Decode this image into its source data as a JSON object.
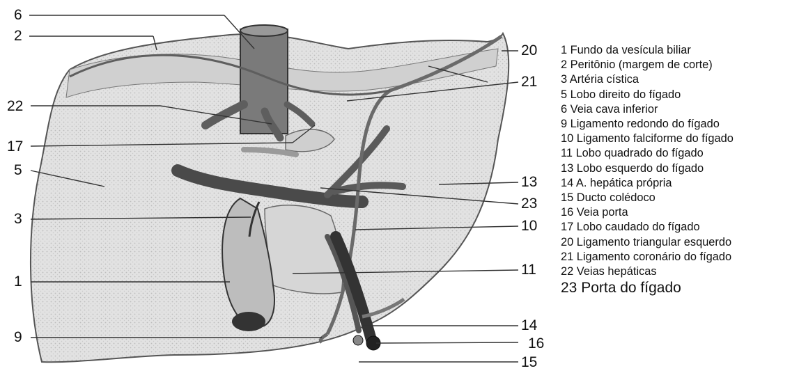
{
  "callout_numbers": [
    "6",
    "2",
    "22",
    "17",
    "5",
    "3",
    "1",
    "9",
    "20",
    "21",
    "13",
    "23",
    "10",
    "11",
    "14",
    "16",
    "15"
  ],
  "legend": [
    "1 Fundo da vesícula biliar",
    "2 Peritônio (margem de corte)",
    "3 Artéria cística",
    "5 Lobo direito do fígado",
    "6 Veia cava inferior",
    "9 Ligamento redondo do fígado",
    "10 Ligamento falciforme do fígado",
    "11 Lobo quadrado do fígado",
    "13 Lobo esquerdo do fígado",
    "14 A. hepática própria",
    "15 Ducto colédoco",
    "16 Veia porta",
    "17 Lobo caudado do fígado",
    "20 Ligamento triangular esquerdo",
    "21 Ligamento coronário do fígado",
    "22 Veias hepáticas",
    "23 Porta do fígado"
  ]
}
